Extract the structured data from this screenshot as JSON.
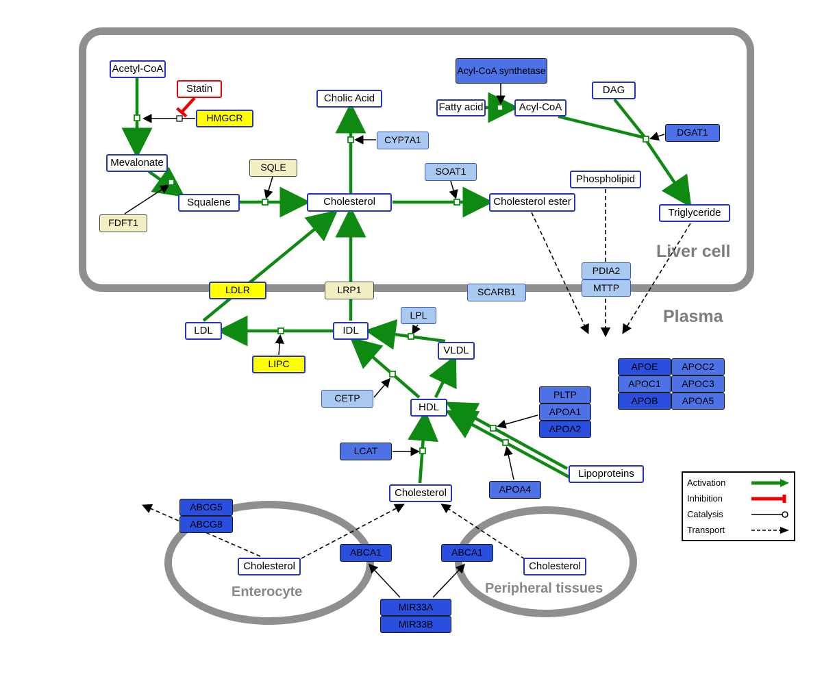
{
  "compartments": {
    "liver": "Liver cell",
    "plasma": "Plasma",
    "enterocyte": "Enterocyte",
    "peripheral": "Peripheral tissues"
  },
  "nodes": {
    "acetyl_coa": "Acetyl-CoA",
    "statin": "Statin",
    "hmgcr": "HMGCR",
    "mevalonate": "Mevalonate",
    "fdft1": "FDFT1",
    "squalene": "Squalene",
    "sqle": "SQLE",
    "cholesterol_liver": "Cholesterol",
    "cholic_acid": "Cholic Acid",
    "cyp7a1": "CYP7A1",
    "soat1": "SOAT1",
    "cholesterol_ester": "Cholesterol ester",
    "acyl_coa_synthetase": "Acyl-CoA synthetase",
    "fatty_acid": "Fatty acid",
    "acyl_coa": "Acyl-CoA",
    "dag": "DAG",
    "dgat1": "DGAT1",
    "phospholipid": "Phospholipid",
    "triglyceride": "Triglyceride",
    "ldlr": "LDLR",
    "lrp1": "LRP1",
    "scarb1": "SCARB1",
    "pdia2": "PDIA2",
    "mttp": "MTTP",
    "ldl": "LDL",
    "idl": "IDL",
    "lpl": "LPL",
    "vldl": "VLDL",
    "lipc": "LIPC",
    "cetp": "CETP",
    "hdl": "HDL",
    "lcat": "LCAT",
    "pltp": "PLTP",
    "apoa1": "APOA1",
    "apoa2": "APOA2",
    "apoa4": "APOA4",
    "lipoproteins": "Lipoproteins",
    "apoe": "APOE",
    "apoc2": "APOC2",
    "apoc1": "APOC1",
    "apoc3": "APOC3",
    "apob": "APOB",
    "apoa5": "APOA5",
    "cholesterol_plasma": "Cholesterol",
    "abcg5": "ABCG5",
    "abcg8": "ABCG8",
    "cholesterol_enterocyte": "Cholesterol",
    "abca1_left": "ABCA1",
    "abca1_right": "ABCA1",
    "cholesterol_peripheral": "Cholesterol",
    "mir33a": "MIR33A",
    "mir33b": "MIR33B"
  },
  "legend": {
    "activation": "Activation",
    "inhibition": "Inhibition",
    "catalysis": "Catalysis",
    "transport": "Transport"
  },
  "colors": {
    "activation_green": "#0e8a12",
    "inhibition_red": "#ee0000",
    "metabolite_border_blue": "#2433c6",
    "drug_border_red": "#ee0000",
    "enzyme_yellow": "#ffff00",
    "enzyme_pale_yellow": "#f2f0c2",
    "enzyme_light_blue": "#a9c9f0",
    "enzyme_blue": "#4d72e6",
    "enzyme_dark_blue": "#2a4ede",
    "compartment_gray": "#8f8f8f"
  }
}
